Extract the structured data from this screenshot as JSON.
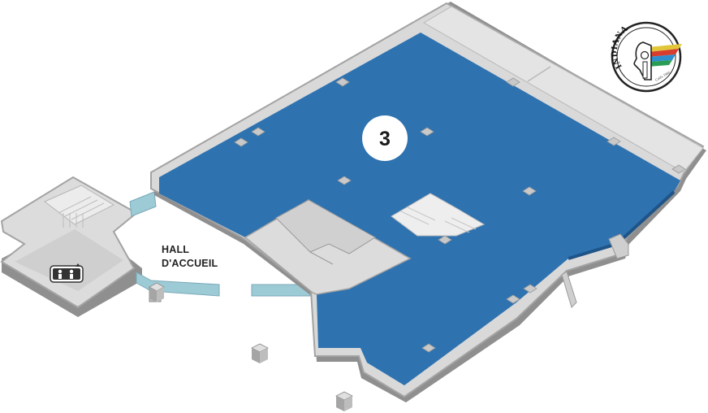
{
  "map": {
    "hall_label_line1": "HALL",
    "hall_label_line2": "D'ACCUEIL",
    "room_number": "3",
    "room_color": "#2e72b0",
    "wall_color": "#d9d9d9",
    "wall_shadow_color": "#9e9e9e",
    "glass_color": "#9ccbd6",
    "icons": [
      "elevator-icon",
      "staircase-icon"
    ]
  },
  "logo": {
    "brand": "INDIANA",
    "tagline": "Cafés 1986"
  }
}
